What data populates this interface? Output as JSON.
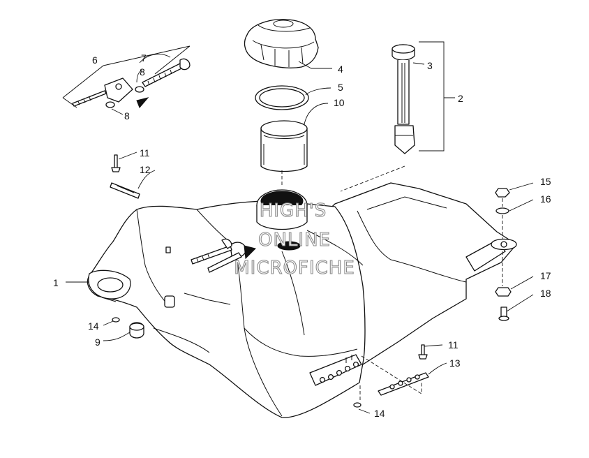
{
  "diagram": {
    "callouts": [
      "1",
      "2",
      "3",
      "4",
      "5",
      "6",
      "7",
      "8",
      "8",
      "9",
      "10",
      "11",
      "11",
      "12",
      "13",
      "14",
      "14",
      "15",
      "16",
      "17",
      "18"
    ],
    "watermark": [
      "HIGH'S",
      "ONLINE",
      "MICROFICHE"
    ]
  },
  "colors": {
    "line": "#111111",
    "background": "#ffffff",
    "watermark": "#8a8a8a"
  }
}
